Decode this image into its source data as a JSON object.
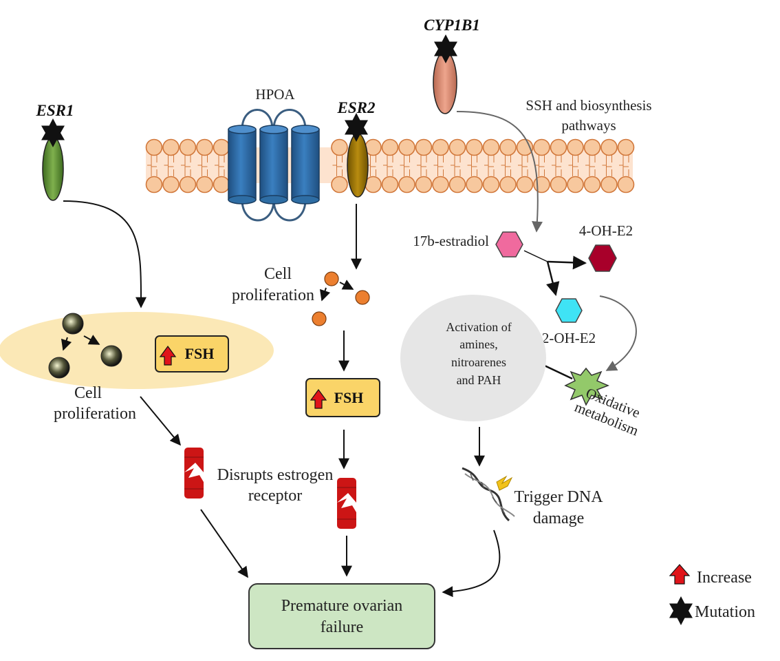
{
  "genes": {
    "esr1": "ESR1",
    "esr2": "ESR2",
    "cyp1b1": "CYP1B1"
  },
  "hpoa": "HPOA",
  "ssh": [
    "SSH and biosynthesis",
    "pathways"
  ],
  "metabolites": {
    "estradiol": "17b-estradiol",
    "oh4": "4-OH-E2",
    "oh2": "2-OH-E2"
  },
  "cell_proliferation_mid": [
    "Cell",
    "proliferation"
  ],
  "cell_proliferation_left": [
    "Cell",
    "proliferation"
  ],
  "fsh": "FSH",
  "disrupts": [
    "Disrupts estrogen",
    "receptor"
  ],
  "activation": [
    "Activation of",
    "amines,",
    "nitroarenes",
    "and PAH"
  ],
  "oxidative": [
    "Oxidative",
    "metabolism"
  ],
  "dna": [
    "Trigger DNA",
    "damage"
  ],
  "outcome": [
    "Premature ovarian",
    "failure"
  ],
  "legend": {
    "increase": "Increase",
    "mutation": "Mutation"
  },
  "colors": {
    "membrane_head": "#f7c89e",
    "membrane_stroke": "#d1773a",
    "esr1": "#6a9a40",
    "esr2": "#a67c00",
    "cyp1b1": "#d98a72",
    "hpoa": "#2e6da4",
    "fsh_box": "#fad468",
    "outcome_box": "#cde6c3",
    "estradiol": "#f06a9e",
    "oh4": "#a8002a",
    "oh2": "#3fe3f5",
    "oxidative": "#93c96a",
    "increase_arrow": "#e0141a"
  }
}
